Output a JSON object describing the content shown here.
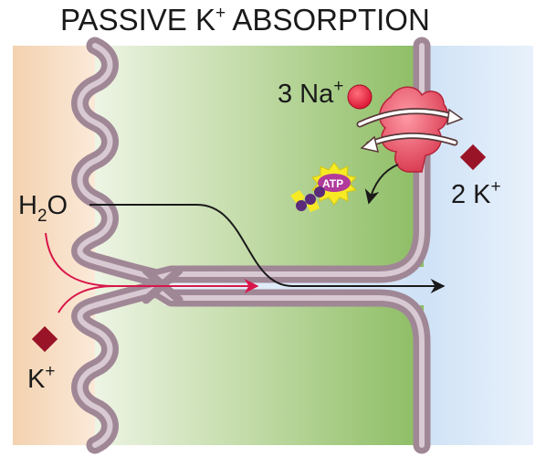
{
  "title": {
    "main": "PASSIVE K",
    "sup": "+",
    "rest": " ABSORPTION"
  },
  "labels": {
    "sodium_count": "3 Na",
    "sodium_charge": "+",
    "potassium_out_count": "2 K",
    "potassium_out_charge": "+",
    "water_main": "H",
    "water_sub": "2",
    "water_rest": "O",
    "potassium_in": "K",
    "potassium_in_charge": "+",
    "atp": "ATP"
  },
  "colors": {
    "lumen": "#f6dcbf",
    "cell": "#9cc573",
    "interstitium": "#d5e6f7",
    "membrane": "#a8909d",
    "sodium": "#e11d3b",
    "potassium": "#9a1428",
    "pump": "#e95a6f",
    "arrow_black": "#1a1a1a",
    "arrow_red": "#d8164a"
  }
}
